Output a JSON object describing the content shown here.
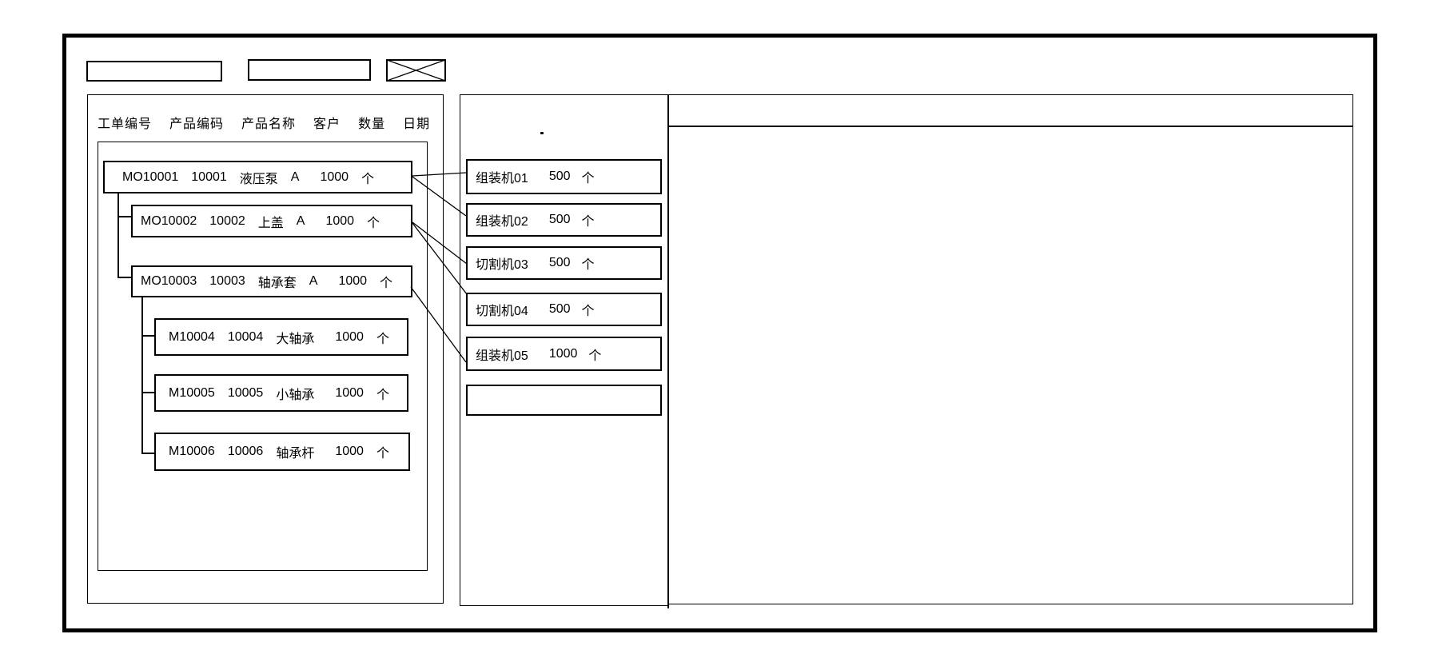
{
  "colors": {
    "stroke": "#000000",
    "background": "#ffffff"
  },
  "toolbar": {
    "field1_value": "",
    "field2_value": "",
    "close_icon": "x-cross"
  },
  "order_panel": {
    "headers": [
      "工单编号",
      "产品编码",
      "产品名称",
      "客户",
      "数量",
      "日期"
    ],
    "orders": [
      {
        "order_no": "MO10001",
        "product_code": "10001",
        "product_name": "液压泵",
        "customer": "A",
        "qty": "1000",
        "unit": "个",
        "level": 0
      },
      {
        "order_no": "MO10002",
        "product_code": "10002",
        "product_name": "上盖",
        "customer": "A",
        "qty": "1000",
        "unit": "个",
        "level": 1
      },
      {
        "order_no": "MO10003",
        "product_code": "10003",
        "product_name": "轴承套",
        "customer": "A",
        "qty": "1000",
        "unit": "个",
        "level": 1
      },
      {
        "order_no": "M10004",
        "product_code": "10004",
        "product_name": "大轴承",
        "customer": "",
        "qty": "1000",
        "unit": "个",
        "level": 2
      },
      {
        "order_no": "M10005",
        "product_code": "10005",
        "product_name": "小轴承",
        "customer": "",
        "qty": "1000",
        "unit": "个",
        "level": 2
      },
      {
        "order_no": "M10006",
        "product_code": "10006",
        "product_name": "轴承杆",
        "customer": "",
        "qty": "1000",
        "unit": "个",
        "level": 2
      }
    ]
  },
  "machine_panel": {
    "machines": [
      {
        "name": "组装机01",
        "qty": "500",
        "unit": "个"
      },
      {
        "name": "组装机02",
        "qty": "500",
        "unit": "个"
      },
      {
        "name": "切割机03",
        "qty": "500",
        "unit": "个"
      },
      {
        "name": "切割机04",
        "qty": "500",
        "unit": "个"
      },
      {
        "name": "组装机05",
        "qty": "1000",
        "unit": "个"
      },
      {
        "name": "",
        "qty": "",
        "unit": ""
      }
    ]
  },
  "links": [
    {
      "from": "MO10001",
      "to": "组装机01"
    },
    {
      "from": "MO10001",
      "to": "组装机02"
    },
    {
      "from": "MO10002",
      "to": "切割机03"
    },
    {
      "from": "MO10002",
      "to": "切割机04"
    },
    {
      "from": "MO10003",
      "to": "组装机05"
    }
  ]
}
